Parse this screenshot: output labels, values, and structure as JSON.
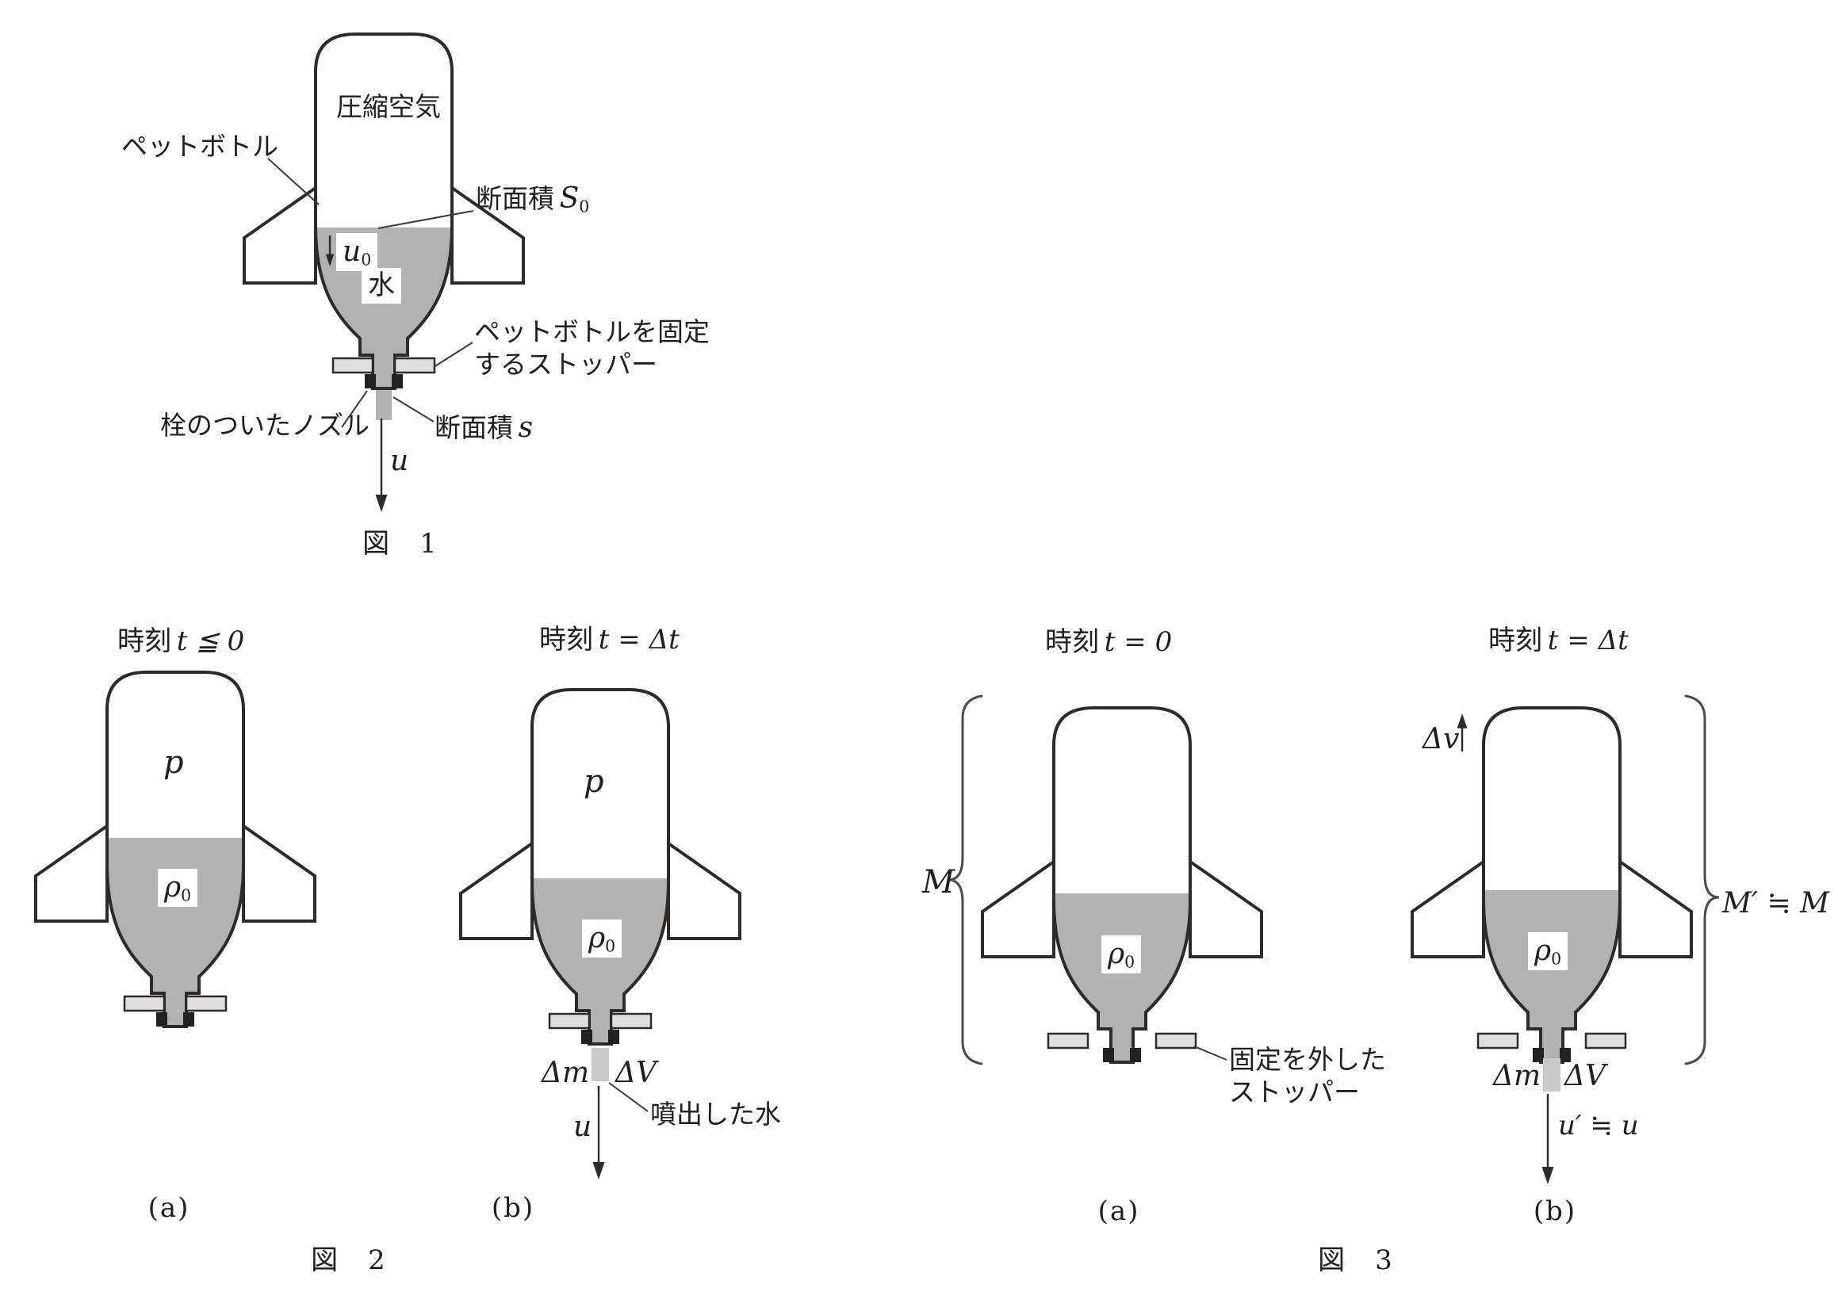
{
  "figure1": {
    "caption": "図　1",
    "air": "圧縮空気",
    "bottle": "ペットボトル",
    "s0_text": "断面積",
    "s0_var": "S",
    "s0_sub": "0",
    "u0_var": "u",
    "u0_sub": "0",
    "water": "水",
    "stopper_line1": "ペットボトルを固定",
    "stopper_line2": "するストッパー",
    "nozzle": "栓のついたノズル",
    "s_text": "断面積",
    "s_var": "s",
    "u_var": "u"
  },
  "figure2": {
    "caption": "図　2",
    "a_label": "(a)",
    "b_label": "(b)",
    "a_title_kanji": "時刻",
    "a_title_math": "t ≦ 0",
    "b_title_kanji": "時刻",
    "b_title_math": "t = Δt",
    "a_pressure": "p",
    "b_pressure": "p",
    "a_rho": "ρ",
    "a_rho_sub": "0",
    "b_rho": "ρ",
    "b_rho_sub": "0",
    "b_dm": "Δm",
    "b_dV": "ΔV",
    "b_u": "u",
    "b_ejected": "噴出した水"
  },
  "figure3": {
    "caption": "図　3",
    "a_label": "(a)",
    "b_label": "(b)",
    "a_title_kanji": "時刻",
    "a_title_math": "t = 0",
    "b_title_kanji": "時刻",
    "b_title_math": "t = Δt",
    "a_mass": "M",
    "b_mass": "M′ ≒ M",
    "a_rho": "ρ",
    "a_rho_sub": "0",
    "b_rho": "ρ",
    "b_rho_sub": "0",
    "b_dv": "Δv",
    "b_dm": "Δm",
    "b_dV": "ΔV",
    "b_u": "u′ ≒ u",
    "released_line1": "固定を外した",
    "released_line2": "ストッパー"
  },
  "colors": {
    "outline": "#2d2a28",
    "water": "#b2b2b2",
    "stopper_fill": "#dedede",
    "plug": "#232020",
    "packet": "#c9c9c9",
    "leader": "#3a3a3a",
    "brace": "#4a4a4a",
    "background": "#ffffff"
  }
}
